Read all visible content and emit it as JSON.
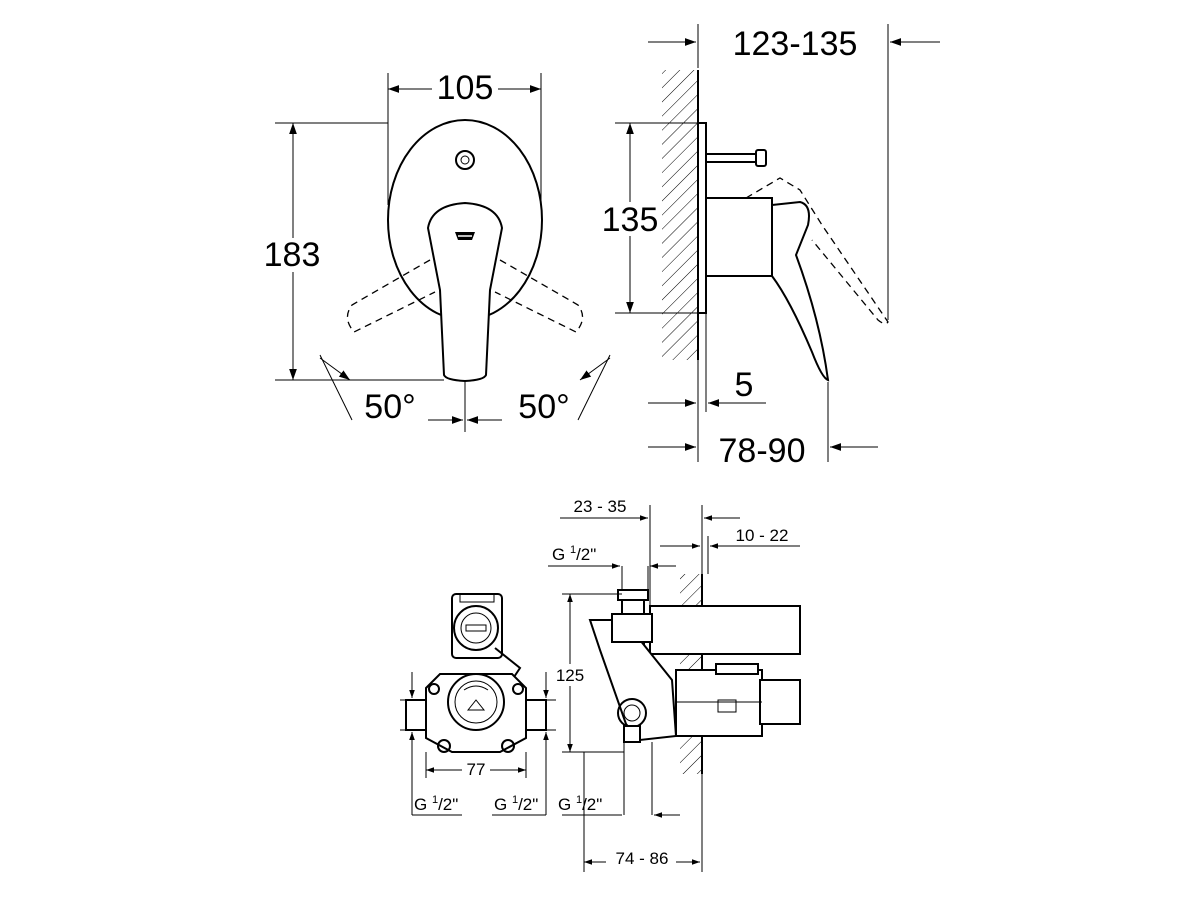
{
  "top_view": {
    "width": "105",
    "height": "183",
    "angle_left": "50°",
    "angle_right": "50°"
  },
  "side_view": {
    "projection": "123-135",
    "plate_height": "135",
    "plate_depth": "5",
    "lever_depth": "78-90"
  },
  "body_front": {
    "width": "77",
    "thread_left": {
      "base": "G ",
      "sup": "1",
      "sub": "/2\""
    },
    "thread_right": {
      "base": "G ",
      "sup": "1",
      "sub": "/2\""
    }
  },
  "body_side": {
    "depth_top": "23 - 35",
    "depth_right": "10 - 22",
    "thread_top": {
      "base": "G ",
      "sup": "1",
      "sub": "/2\""
    },
    "thread_bottom": {
      "base": "G ",
      "sup": "1",
      "sub": "/2\""
    },
    "height": "125",
    "total_depth": "74 - 86"
  }
}
